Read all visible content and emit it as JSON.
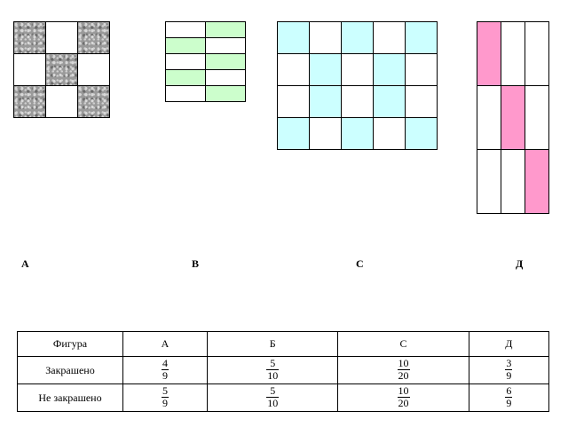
{
  "letters": {
    "a": "А",
    "b": "В",
    "c": "С",
    "d": "Д"
  },
  "figures": {
    "a": {
      "rows": 3,
      "cols": 3,
      "shaded": [
        [
          0,
          0
        ],
        [
          0,
          2
        ],
        [
          1,
          1
        ],
        [
          2,
          0
        ],
        [
          2,
          2
        ]
      ],
      "color": "#9a9a9a"
    },
    "b": {
      "rows": 5,
      "cols": 2,
      "shaded": [
        [
          0,
          1
        ],
        [
          1,
          0
        ],
        [
          2,
          1
        ],
        [
          3,
          0
        ],
        [
          4,
          1
        ]
      ],
      "color": "#ccfecc"
    },
    "c": {
      "rows": 4,
      "cols": 5,
      "shaded": [
        [
          0,
          0
        ],
        [
          0,
          2
        ],
        [
          0,
          4
        ],
        [
          1,
          1
        ],
        [
          1,
          3
        ],
        [
          2,
          1
        ],
        [
          2,
          3
        ],
        [
          3,
          0
        ],
        [
          3,
          2
        ],
        [
          3,
          4
        ]
      ],
      "color": "#ccffff"
    },
    "d": {
      "rows": 3,
      "cols": 3,
      "shaded": [
        [
          0,
          0
        ],
        [
          1,
          1
        ],
        [
          2,
          2
        ]
      ],
      "color": "#ff99cc"
    }
  },
  "table": {
    "header": [
      "Фигура",
      "А",
      "Б",
      "С",
      "Д"
    ],
    "rows": [
      {
        "label": "Закрашено",
        "fractions": [
          {
            "num": "4",
            "den": "9"
          },
          {
            "num": "5",
            "den": "10"
          },
          {
            "num": "10",
            "den": "20"
          },
          {
            "num": "3",
            "den": "9"
          }
        ]
      },
      {
        "label": "Не  закрашено",
        "fractions": [
          {
            "num": "5",
            "den": "9"
          },
          {
            "num": "5",
            "den": "10"
          },
          {
            "num": "10",
            "den": "20"
          },
          {
            "num": "6",
            "den": "9"
          }
        ]
      }
    ]
  }
}
